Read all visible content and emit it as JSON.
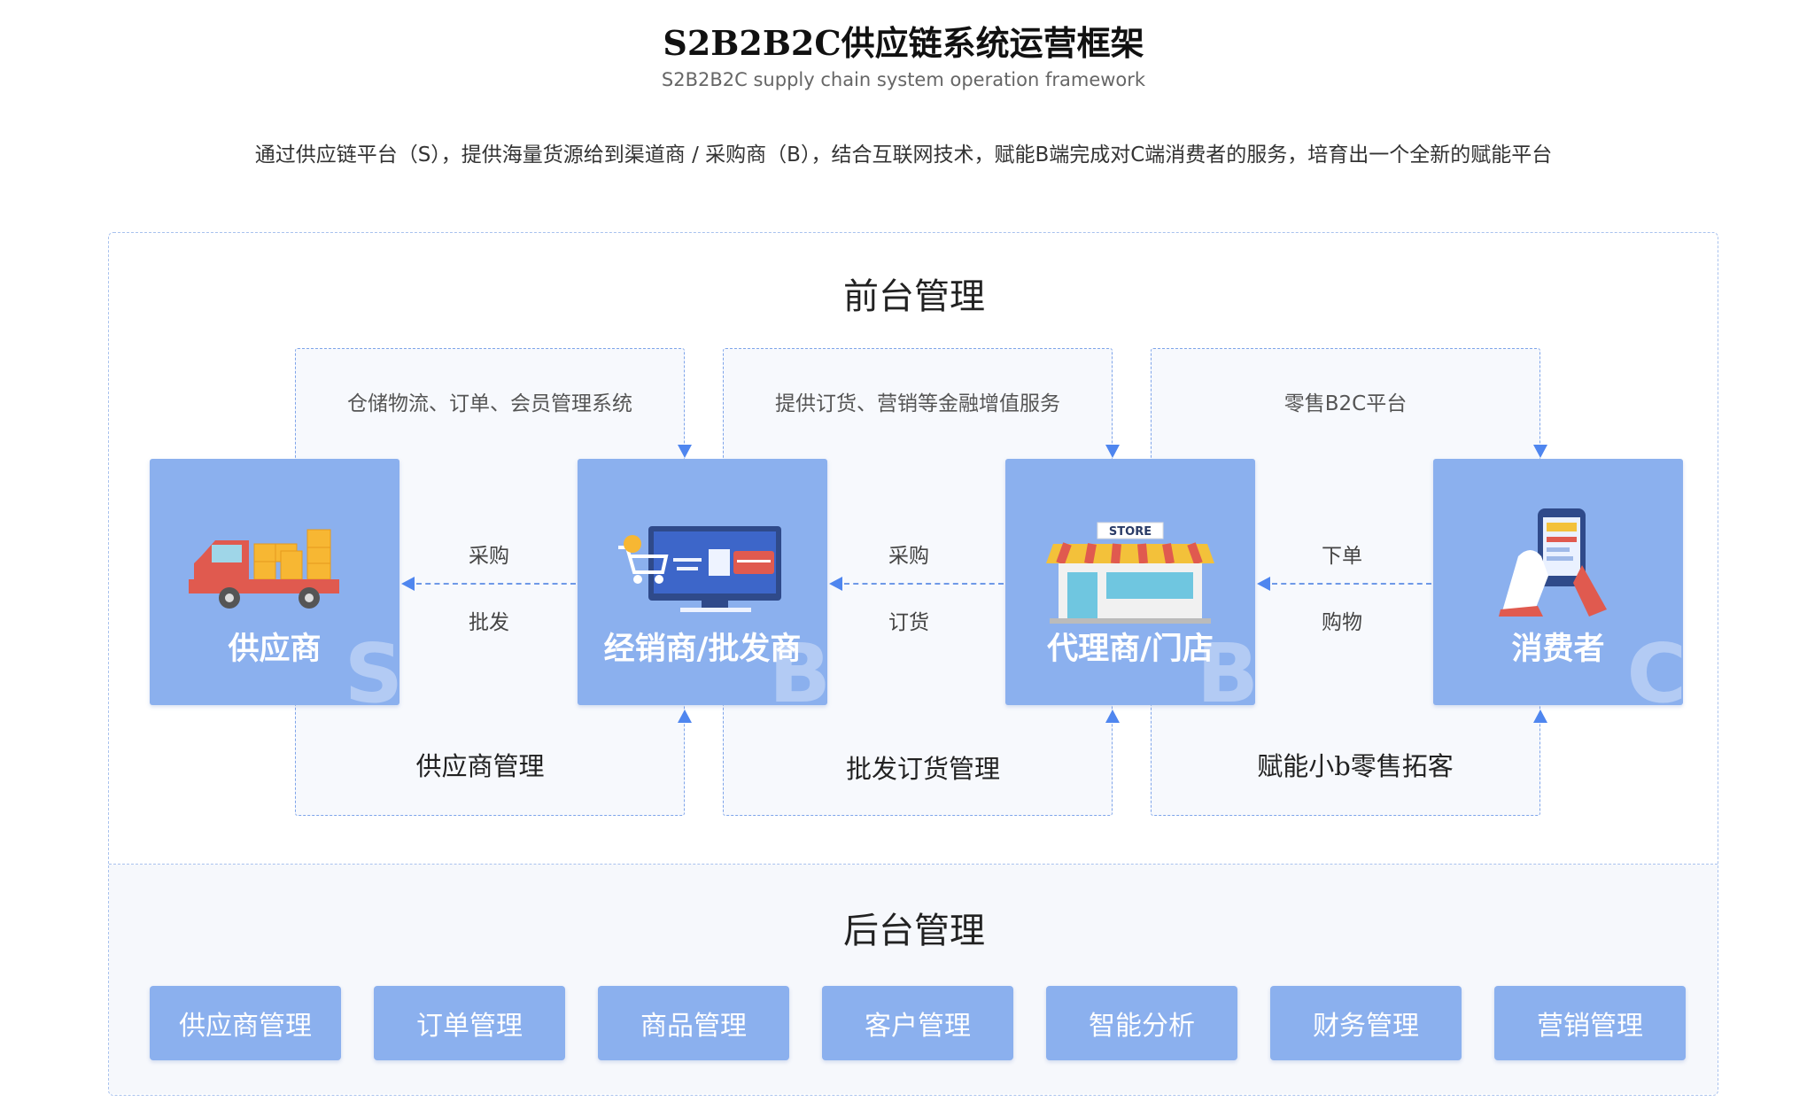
{
  "header": {
    "title": "S2B2B2C供应链系统运营框架",
    "subtitle": "S2B2B2C supply chain system operation framework",
    "description": "通过供应链平台（S），提供海量货源给到渠道商 / 采购商（B），结合互联网技术，赋能B端完成对C端消费者的服务，培育出一个全新的赋能平台"
  },
  "front": {
    "title": "前台管理",
    "bands": [
      {
        "top_label": "仓储物流、订单、会员管理系统",
        "bottom_label": "供应商管理"
      },
      {
        "top_label": "提供订货、营销等金融增值服务",
        "bottom_label": "批发订货管理"
      },
      {
        "top_label": "零售B2C平台",
        "bottom_label": "赋能小b零售拓客"
      }
    ],
    "nodes": [
      {
        "label": "供应商",
        "letter": "S",
        "icon": "truck-icon"
      },
      {
        "label": "经销商/批发商",
        "letter": "B",
        "icon": "ecommerce-cart-icon"
      },
      {
        "label": "代理商/门店",
        "letter": "B",
        "icon": "storefront-icon",
        "icon_text": "STORE"
      },
      {
        "label": "消费者",
        "letter": "C",
        "icon": "mobile-shopping-icon"
      }
    ],
    "flows": [
      {
        "top": "采购",
        "bottom": "批发"
      },
      {
        "top": "采购",
        "bottom": "订货"
      },
      {
        "top": "下单",
        "bottom": "购物"
      }
    ]
  },
  "back": {
    "title": "后台管理",
    "modules": [
      "供应商管理",
      "订单管理",
      "商品管理",
      "客户管理",
      "智能分析",
      "财务管理",
      "营销管理"
    ]
  },
  "colors": {
    "node_fill": "#8bb0ee",
    "arrow": "#4f86ef",
    "dashed_border": "#7ea4ea"
  }
}
